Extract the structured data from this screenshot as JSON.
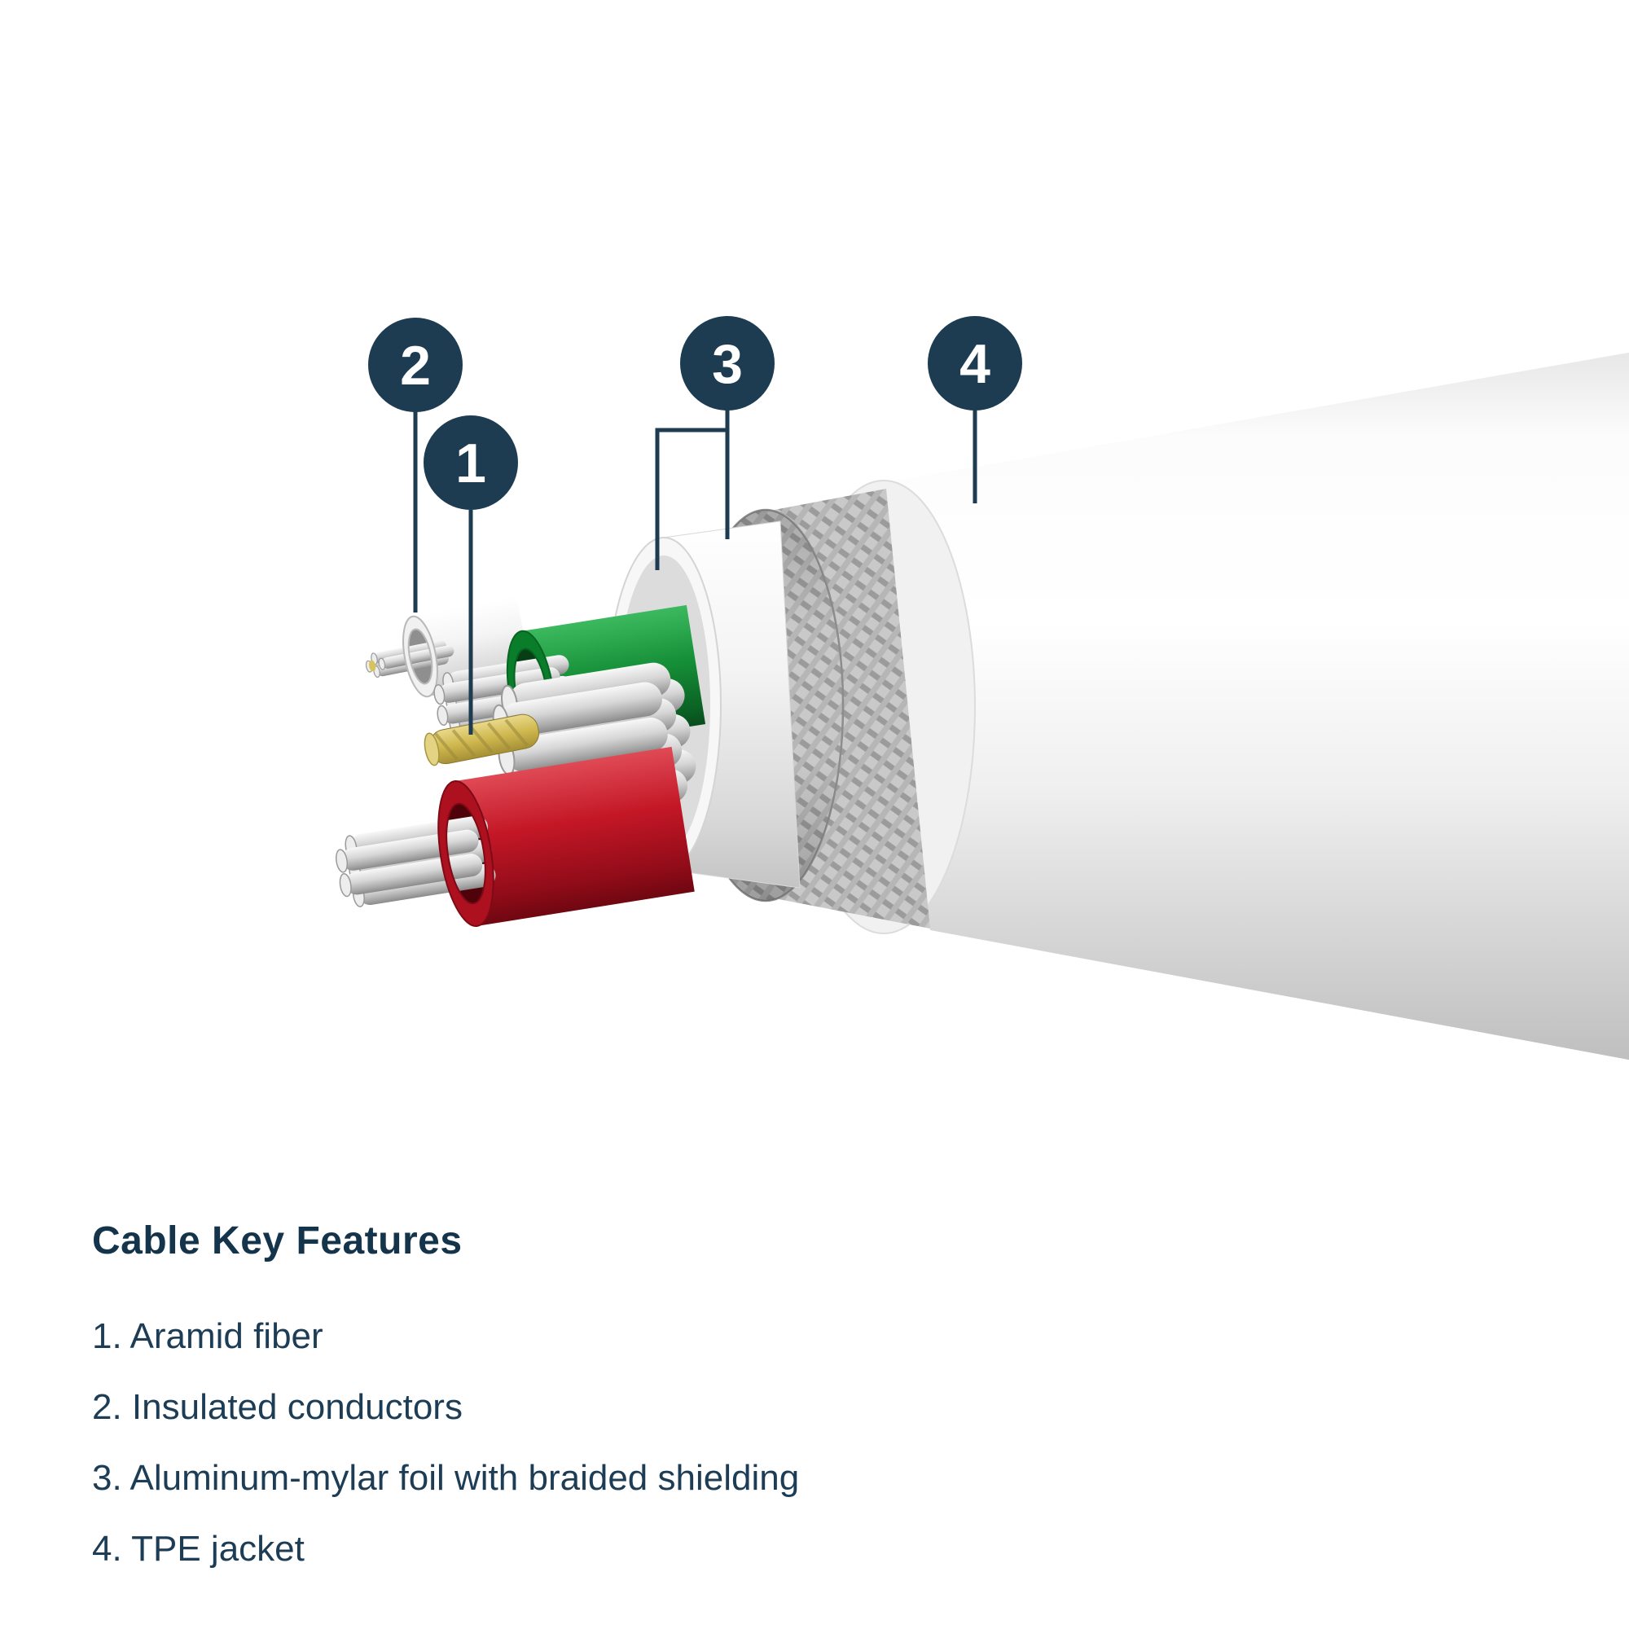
{
  "colors": {
    "navy": "#1d3c52",
    "background": "#ffffff",
    "jacket_white": "#f2f2f2",
    "braid_gray": "#c9c9c9",
    "conductor_green": "#169038",
    "conductor_red": "#c41726",
    "strand_silver": "#d6d6d6",
    "aramid_gold": "#cfb84f"
  },
  "callouts": [
    {
      "number": "1"
    },
    {
      "number": "2"
    },
    {
      "number": "3"
    },
    {
      "number": "4"
    }
  ],
  "legend": {
    "title": "Cable Key Features",
    "items": [
      "1. Aramid fiber",
      "2. Insulated conductors",
      "3. Aluminum-mylar foil with braided shielding",
      "4. TPE jacket"
    ]
  }
}
